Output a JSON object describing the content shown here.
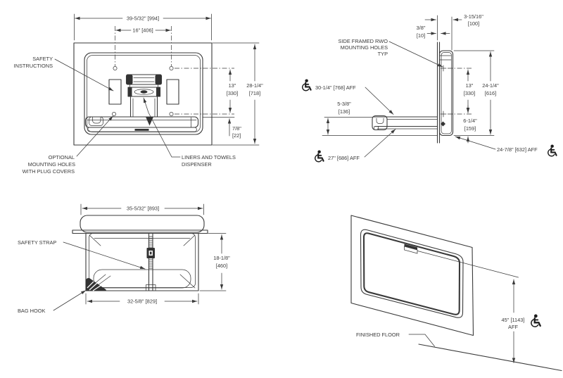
{
  "drawing": {
    "title": "baby-changing-station-dimension-drawing",
    "colors": {
      "line": "#3a3a3a",
      "background": "#ffffff"
    },
    "front": {
      "width": "39-5/32\" [994]",
      "hole_spacing": "16\" [406]",
      "hole_v": [
        "13\"",
        "[330]"
      ],
      "height": [
        "28-1/4\"",
        "[718]"
      ],
      "lip": [
        "7/8\"",
        "[22]"
      ],
      "safety": [
        "SAFETY",
        "INSTRUCTIONS"
      ],
      "optional": [
        "OPTIONAL",
        "MOUNTING HOLES",
        "WITH PLUG COVERS"
      ],
      "liners": [
        "LINERS AND TOWELS",
        "DISPENSER"
      ]
    },
    "side": {
      "recess": [
        "3-15/16\"",
        "[100]"
      ],
      "panel": [
        "3/8\"",
        "[10]"
      ],
      "rwo": [
        "SIDE FRAMED RWO",
        "MOUNTING HOLES",
        "TYP"
      ],
      "aff_surface": "30-1/4\" [768] AFF",
      "tray_depth": [
        "5-3/8\"",
        "[136]"
      ],
      "hole_v": [
        "13\"",
        "[330]"
      ],
      "height": [
        "24-1/4\"",
        "[616]"
      ],
      "lower": [
        "6-1/4\"",
        "[159]"
      ],
      "aff_under": "27\" [686] AFF",
      "aff_box": "24-7/8\" [632] AFF"
    },
    "top": {
      "width": "35-5/32\" [893]",
      "strap": "SAFETY STRAP",
      "depth": [
        "18-1/8\"",
        "[460]"
      ],
      "inner_width": "32-5/8\" [829]",
      "hook": "BAG HOOK"
    },
    "perspective": {
      "floor": "FINISHED FLOOR",
      "aff": [
        "45\" [1143]",
        "AFF"
      ]
    }
  }
}
